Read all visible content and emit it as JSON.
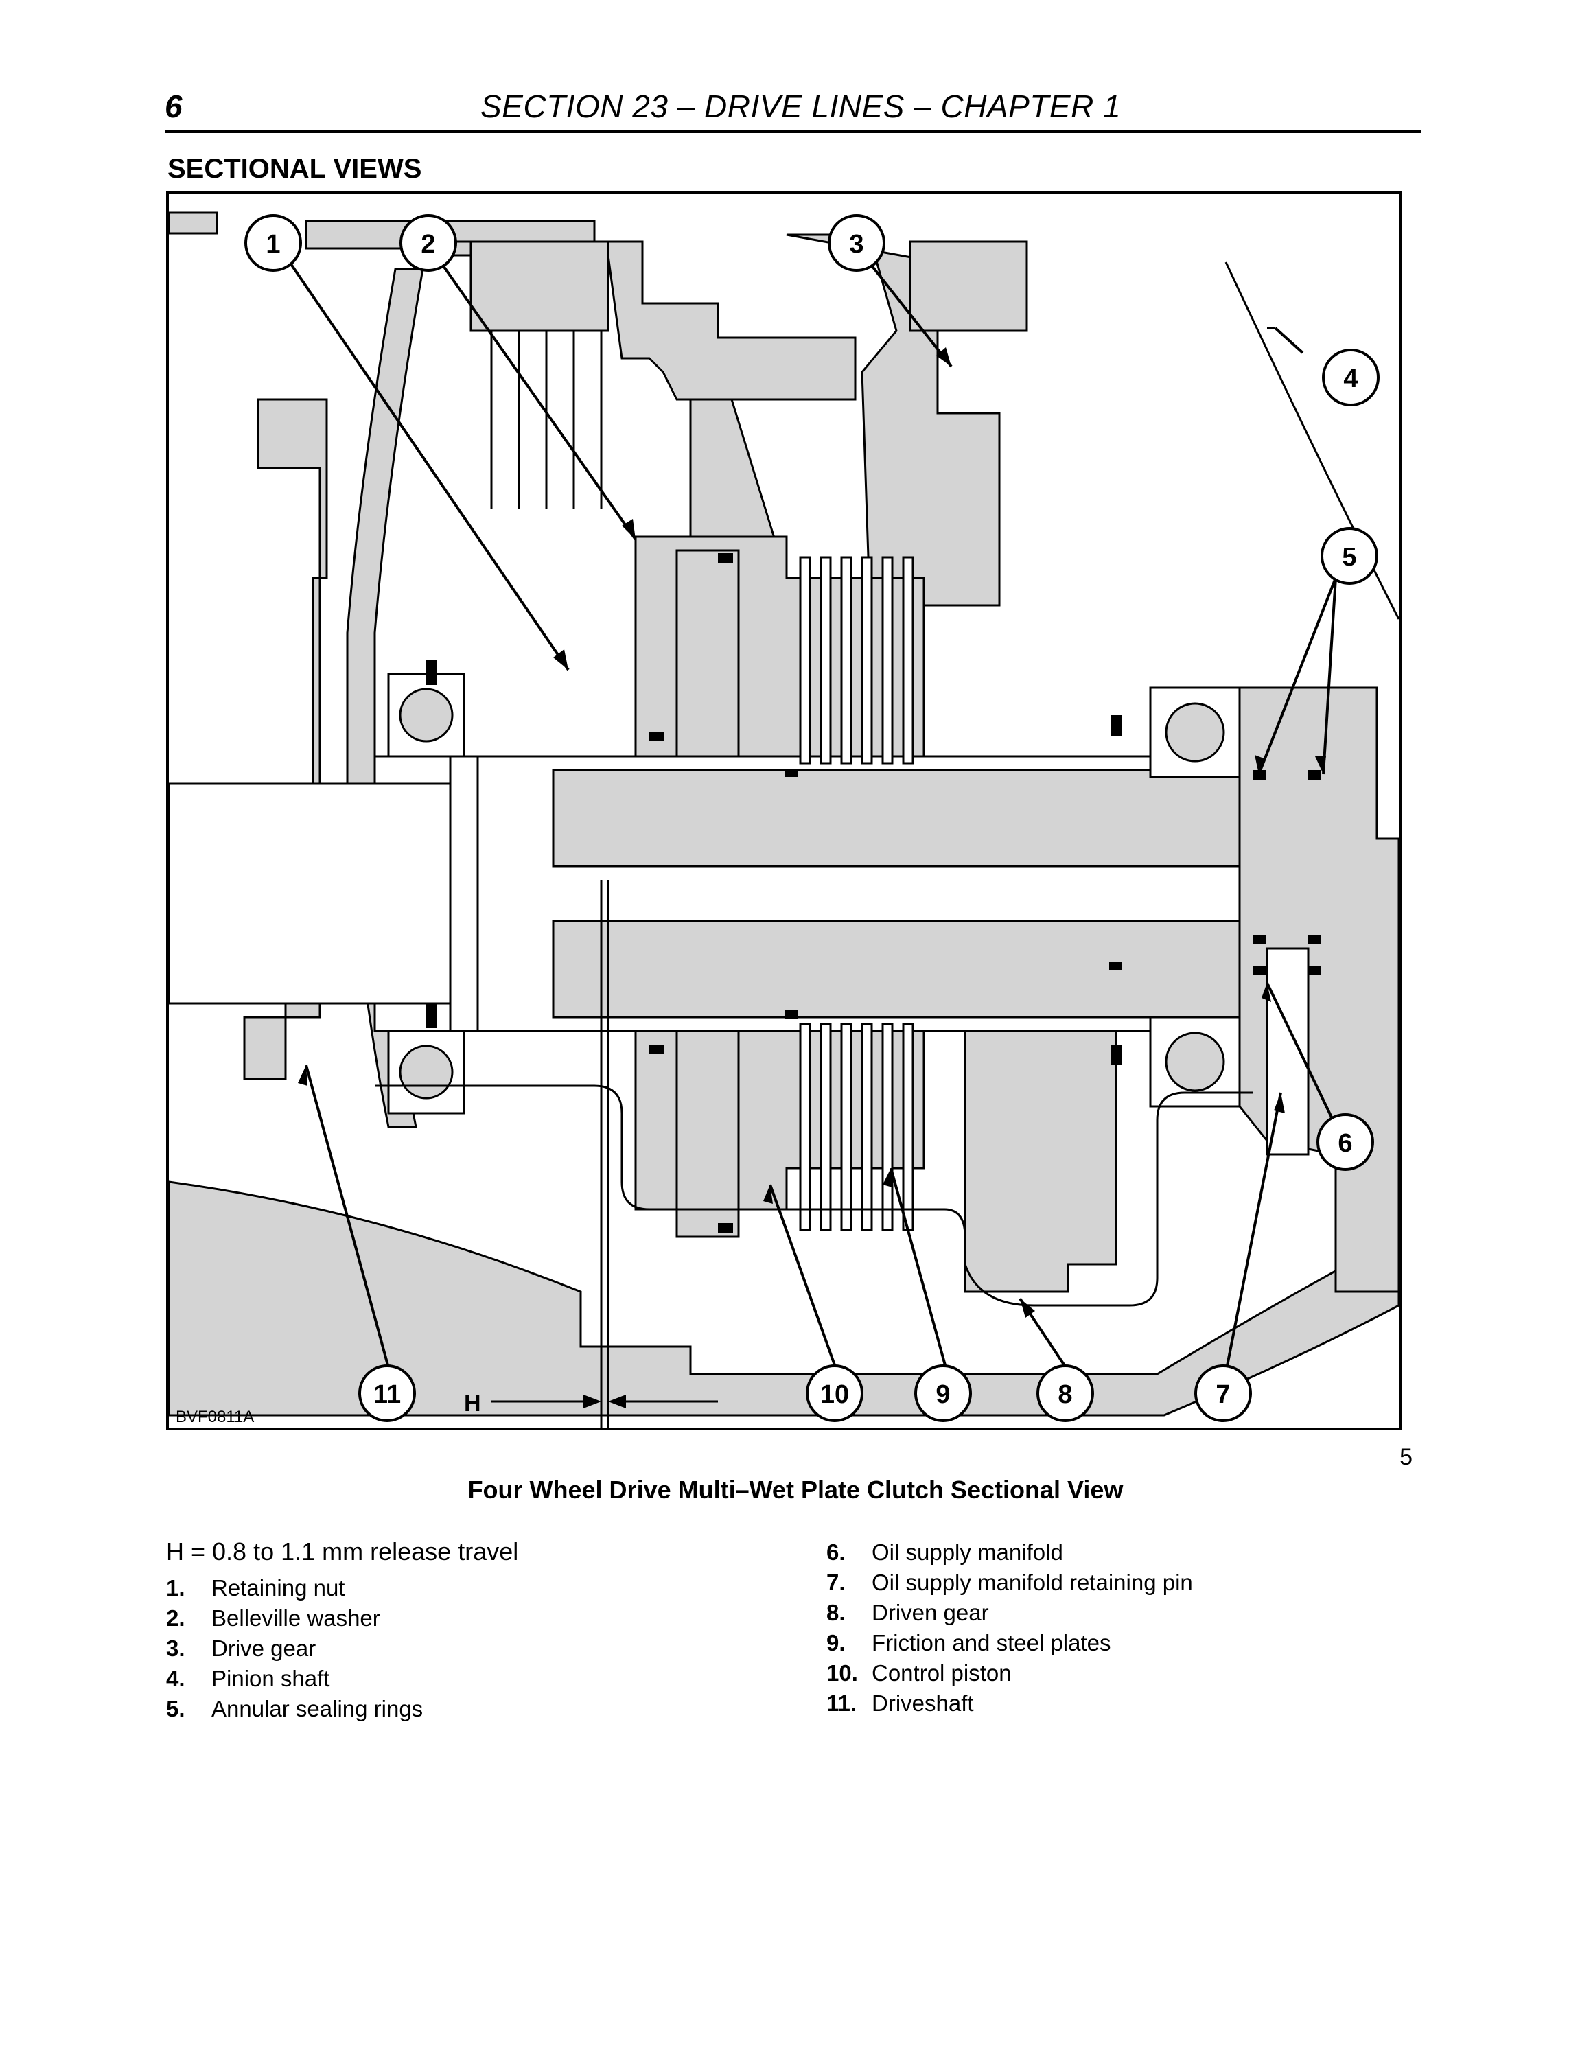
{
  "header": {
    "page_number": "6",
    "section_title": "SECTION 23 – DRIVE LINES – CHAPTER 1"
  },
  "heading": "SECTIONAL VIEWS",
  "figure": {
    "callouts": [
      "1",
      "2",
      "3",
      "4",
      "5",
      "6",
      "7",
      "8",
      "9",
      "10",
      "11"
    ],
    "dimension_label": "H",
    "drawing_code": "BVF0811A"
  },
  "figure_number": "5",
  "caption": "Four Wheel Drive Multi–Wet Plate Clutch Sectional View",
  "legend": {
    "note": "H = 0.8 to 1.1 mm release travel",
    "left": [
      {
        "num": "1.",
        "text": "Retaining nut"
      },
      {
        "num": "2.",
        "text": "Belleville washer"
      },
      {
        "num": "3.",
        "text": "Drive gear"
      },
      {
        "num": "4.",
        "text": "Pinion shaft"
      },
      {
        "num": "5.",
        "text": "Annular sealing rings"
      }
    ],
    "right": [
      {
        "num": "6.",
        "text": "Oil supply manifold"
      },
      {
        "num": "7.",
        "text": "Oil supply manifold retaining pin"
      },
      {
        "num": "8.",
        "text": "Driven gear"
      },
      {
        "num": "9.",
        "text": "Friction and steel plates"
      },
      {
        "num": "10.",
        "text": "Control piston"
      },
      {
        "num": "11.",
        "text": "Driveshaft"
      }
    ]
  }
}
